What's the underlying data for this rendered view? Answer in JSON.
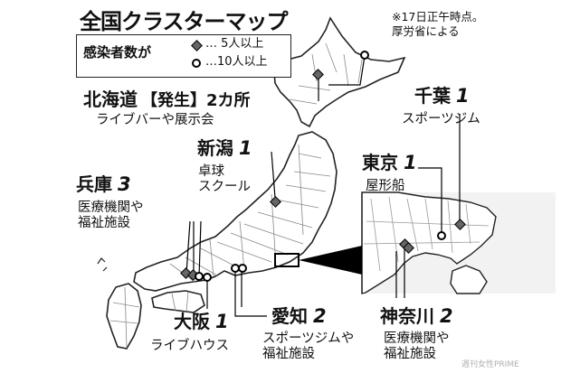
{
  "title": "全国クラスターマップ",
  "note": "※17日正午時点。\n厚労省による",
  "brand": "週刊女性PRIME",
  "legend": {
    "label": "感染者数が",
    "diamond_text": "…  5人以上",
    "circle_text": "…10人以上"
  },
  "icons": {
    "diamond": "diamond-marker",
    "circle": "circle-marker"
  },
  "clusters": [
    {
      "id": "hokkaido",
      "name": "北海道",
      "num": "【発生】2カ所",
      "sub": "ライブバーや展示会"
    },
    {
      "id": "chiba",
      "name": "千葉",
      "num": "1",
      "sub": "スポーツジム"
    },
    {
      "id": "niigata",
      "name": "新潟",
      "num": "1",
      "sub": "卓球\nスクール"
    },
    {
      "id": "tokyo",
      "name": "東京",
      "num": "1",
      "sub": "屋形船"
    },
    {
      "id": "hyogo",
      "name": "兵庫",
      "num": "3",
      "sub": "医療機関や\n福祉施設"
    },
    {
      "id": "osaka",
      "name": "大阪",
      "num": "1",
      "sub": "ライブハウス"
    },
    {
      "id": "aichi",
      "name": "愛知",
      "num": "2",
      "sub": "スポーツジムや\n福祉施設"
    },
    {
      "id": "kanagawa",
      "name": "神奈川",
      "num": "2",
      "sub": "医療機関や\n福祉施設"
    }
  ]
}
